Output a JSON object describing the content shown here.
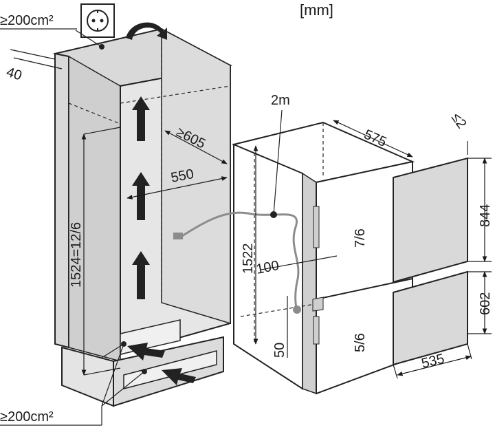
{
  "unit_label": "[mm]",
  "labels": {
    "vent_top_area": "≥200cm²",
    "vent_bottom_area": "≥200cm²",
    "cable_length": "2m",
    "wall_gap": "40",
    "niche_depth_min": "≥605",
    "niche_inner_width": "550",
    "niche_height": "1524=12/6",
    "appliance_height": "1522",
    "appliance_depth": "575",
    "door_gap": "≤2",
    "upper_door_height": "844",
    "lower_door_height": "602",
    "door_width": "535",
    "socket_offset": "100",
    "socket_height": "50",
    "upper_section": "7/6",
    "lower_section": "5/6"
  },
  "icons": [
    "socket-icon",
    "airflow-arrow-icon",
    "rotate-arrow-icon"
  ]
}
